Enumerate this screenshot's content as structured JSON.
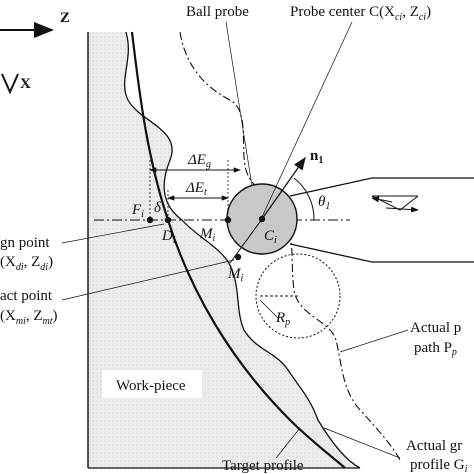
{
  "axes": {
    "z_label": "Z",
    "x_label": "X"
  },
  "labels": {
    "ball_probe": "Ball probe",
    "probe_center": "Probe center C(X",
    "probe_center_sub1": "ci",
    "probe_center_mid": ", Z",
    "probe_center_sub2": "ci",
    "probe_center_end": ")",
    "n1": "n",
    "n1_sub": "1",
    "theta": "θ",
    "theta_sub": "1",
    "delta_Eg": "ΔE",
    "delta_Eg_sub": "g",
    "delta_Et": "ΔE",
    "delta_Et_sub": "t",
    "F": "F",
    "F_sub": "i",
    "delta": "δ",
    "D": "D",
    "D_sub": "i",
    "M_upper": "M",
    "M_upper_sub": "i",
    "C": "C",
    "C_sub": "i",
    "M_lower": "M",
    "M_lower_sub": "i",
    "Rp": "R",
    "Rp_sub": "p",
    "design_point_1": "gn point",
    "design_point_2": "(X",
    "design_point_2_sub1": "di",
    "design_point_2_mid": ", Z",
    "design_point_2_sub2": "di",
    "design_point_2_end": ")",
    "contact_point_1": "act point",
    "contact_point_2": "(X",
    "contact_point_2_sub1": "mi",
    "contact_point_2_mid": ", Z",
    "contact_point_2_sub2": "mt",
    "contact_point_2_end": ")",
    "actual_path_1": "Actual p",
    "actual_path_2": "path P",
    "actual_path_2_sub": "p",
    "work_piece": "Work-piece",
    "actual_profile_1": "Actual gr",
    "actual_profile_2": "profile G",
    "actual_profile_2_sub": "i",
    "target_profile": "Target profile"
  },
  "colors": {
    "ink": "#111111",
    "workpiece_fill": "#e6e6e6",
    "ball_fill": "#c8c8c8"
  }
}
